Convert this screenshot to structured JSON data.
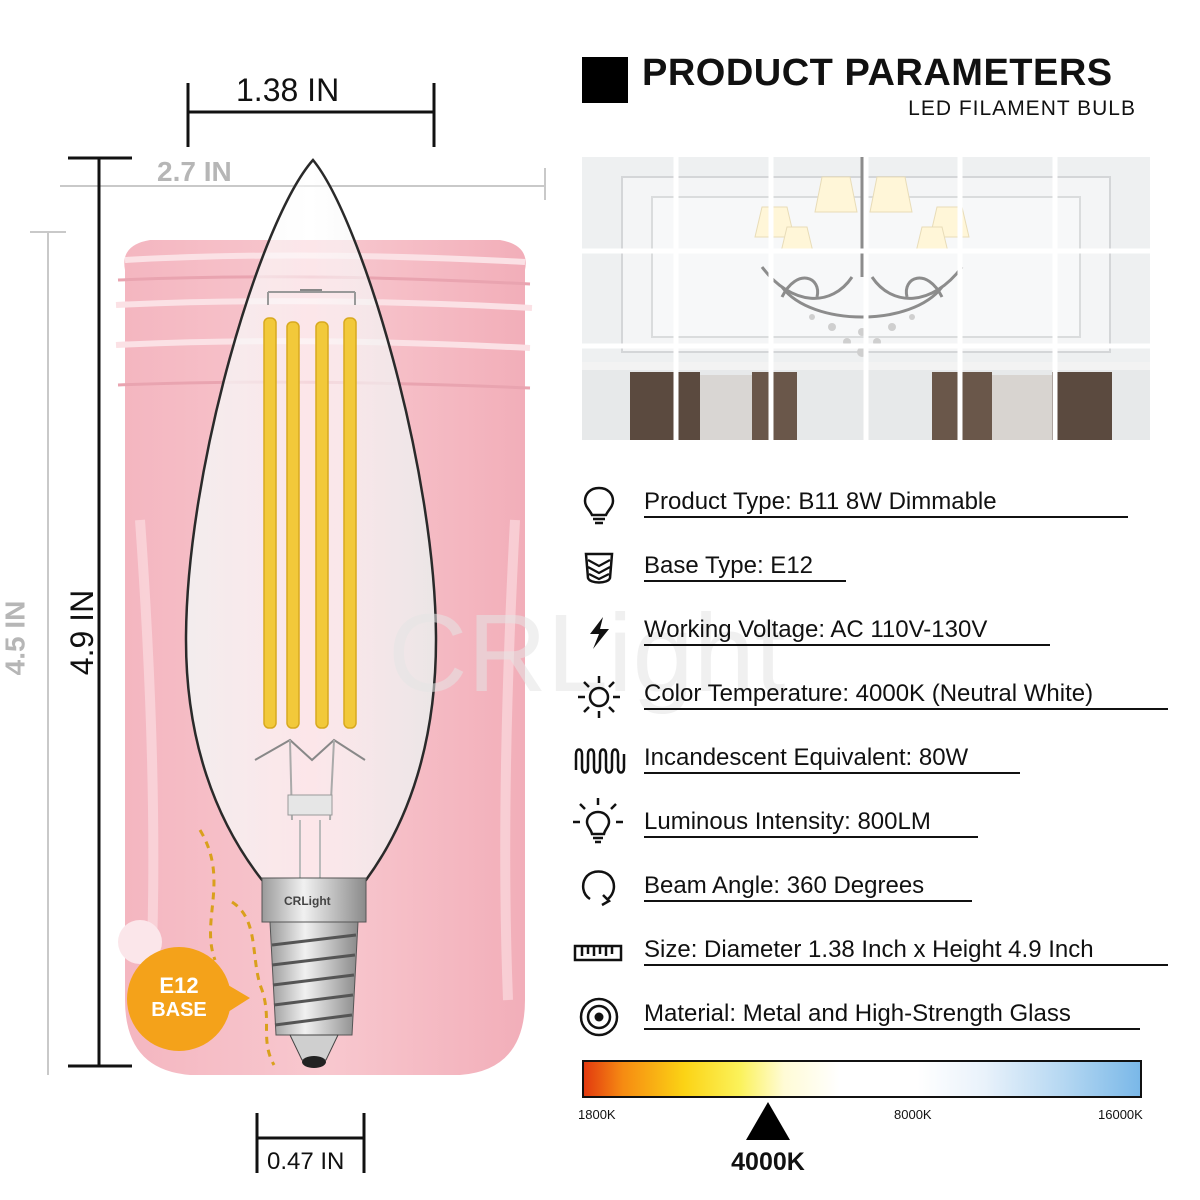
{
  "header": {
    "title": "PRODUCT PARAMETERS",
    "subtitle": "LED FILAMENT BULB"
  },
  "dimensions": {
    "bulb_width": "1.38 IN",
    "can_width": "2.7 IN",
    "can_height": "4.5 IN",
    "bulb_height": "4.9 IN",
    "base_width": "0.47 IN"
  },
  "badge": {
    "line1": "E12",
    "line2": "BASE"
  },
  "brand": {
    "watermark": "CRLight",
    "base_print": "CRLight"
  },
  "specs": [
    {
      "icon": "bulb-icon",
      "text": "Product Type: B11 8W Dimmable"
    },
    {
      "icon": "base-screw-icon",
      "text": "Base Type: E12"
    },
    {
      "icon": "lightning-icon",
      "text": "Working Voltage: AC 110V-130V"
    },
    {
      "icon": "sun-icon",
      "text": "Color Temperature: 4000K (Neutral White)"
    },
    {
      "icon": "wave-icon",
      "text": "Incandescent Equivalent: 80W"
    },
    {
      "icon": "bulb-rays-icon",
      "text": "Luminous Intensity: 800LM"
    },
    {
      "icon": "rotate-icon",
      "text": "Beam Angle: 360 Degrees"
    },
    {
      "icon": "ruler-icon",
      "text": "Size: Diameter 1.38 Inch x Height 4.9 Inch"
    },
    {
      "icon": "target-icon",
      "text": "Material: Metal and High-Strength Glass"
    }
  ],
  "color_scale": {
    "labels": [
      "1800K",
      "8000K",
      "16000K"
    ],
    "marker_label": "4000K",
    "colors": [
      "#e23a10",
      "#fbd315",
      "#ffffff",
      "#7ab8e8"
    ]
  }
}
